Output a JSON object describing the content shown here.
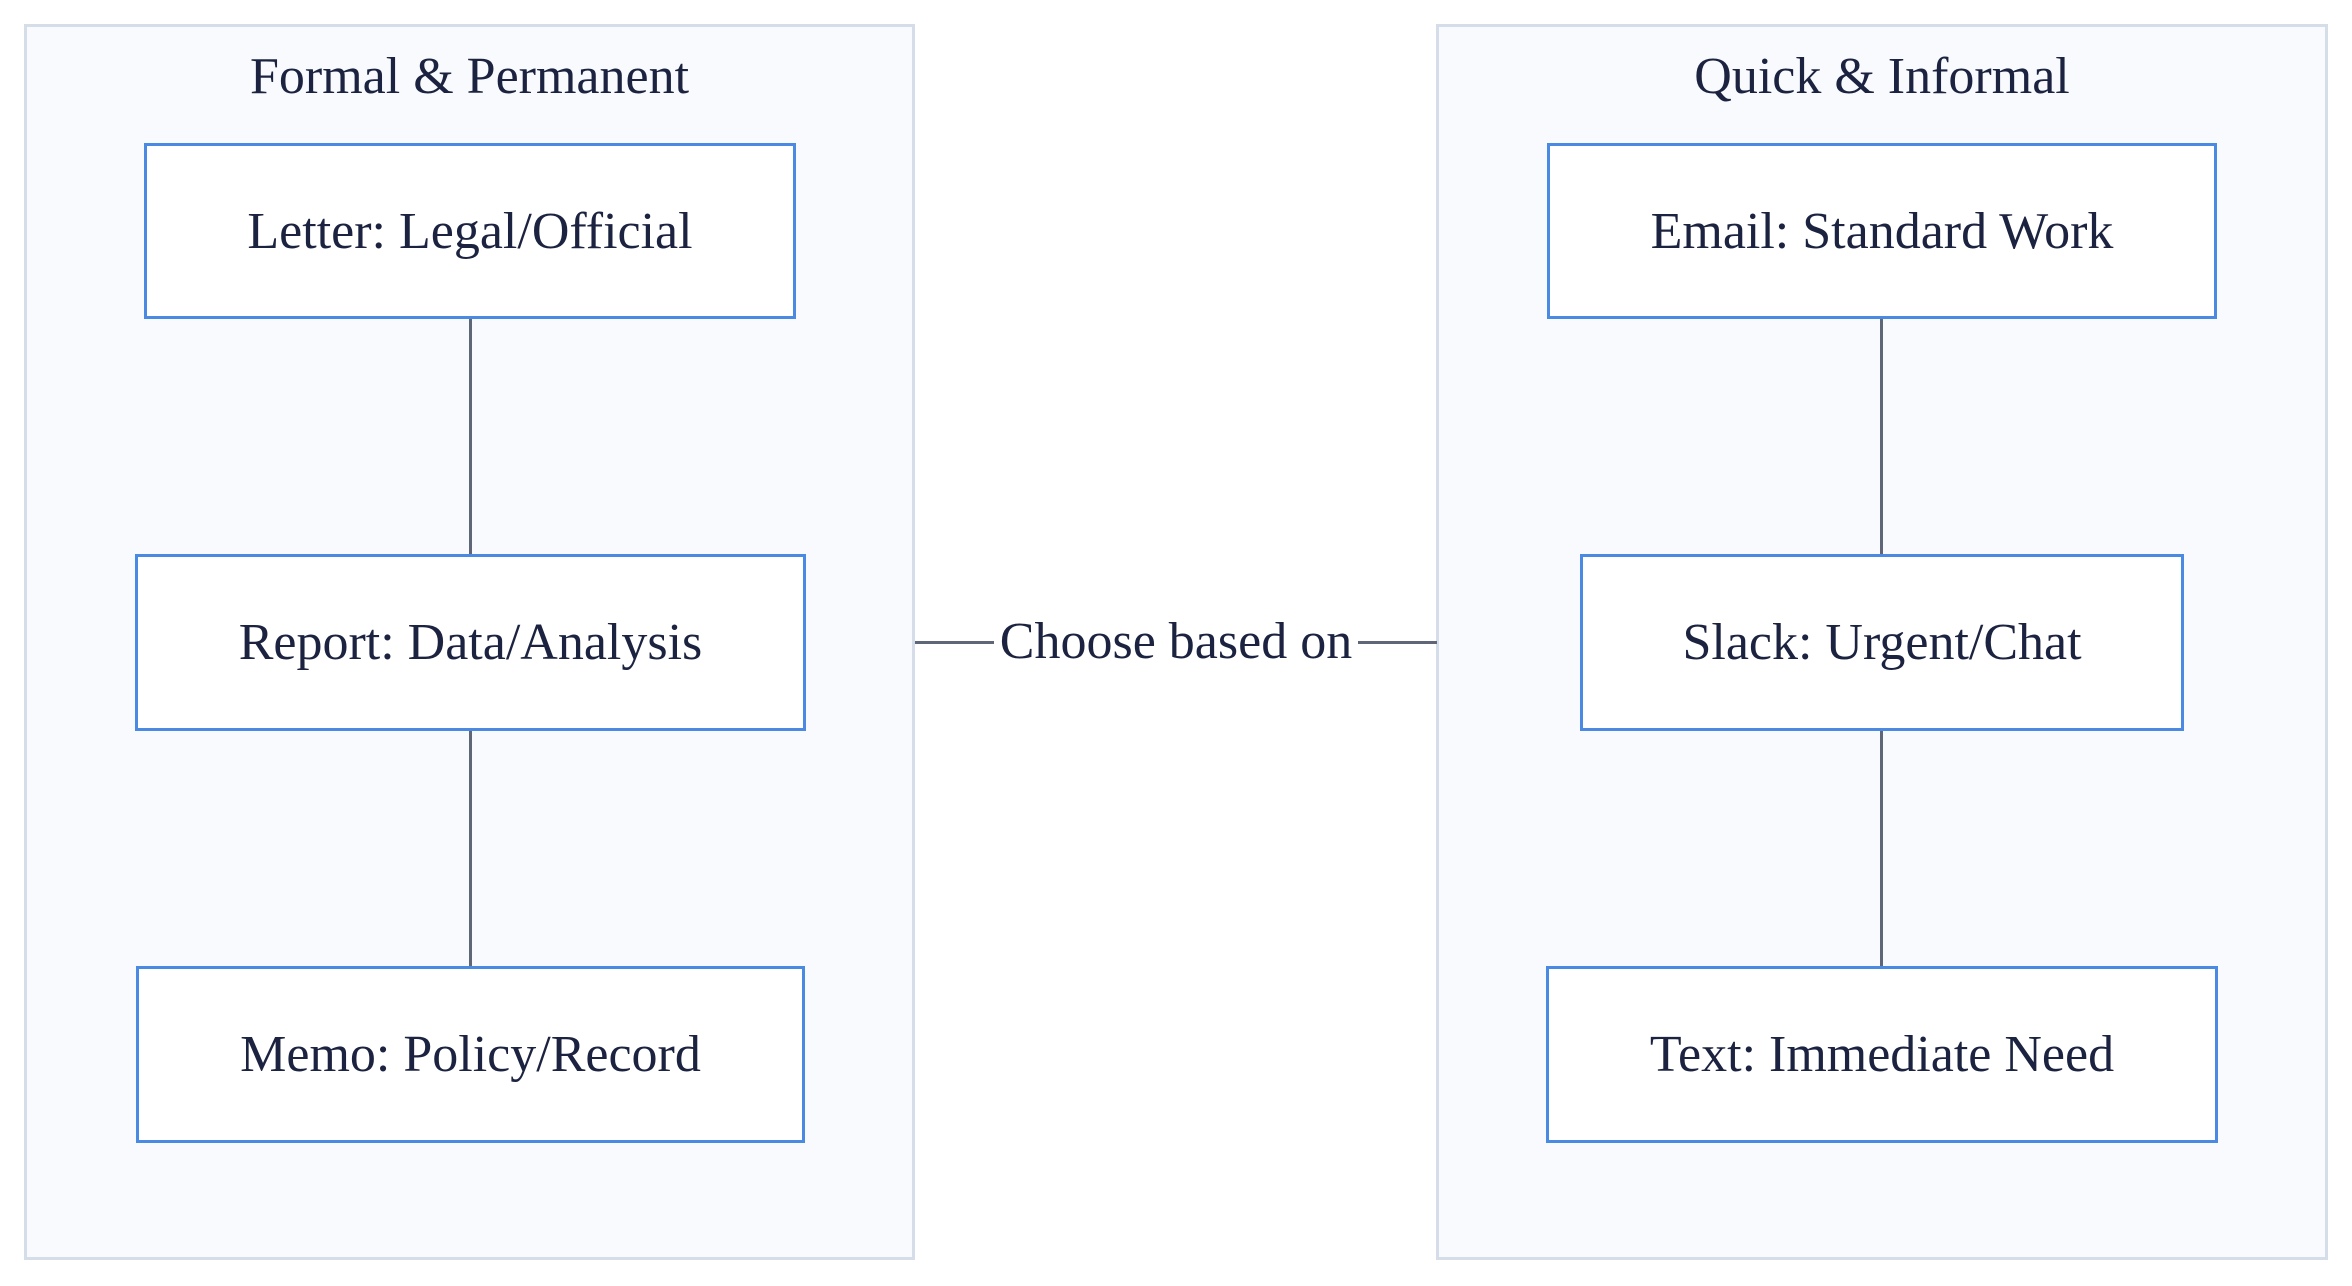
{
  "clusters": {
    "formal": {
      "title": "Formal & Permanent",
      "nodes": [
        "Letter: Legal/Official",
        "Report: Data/Analysis",
        "Memo: Policy/Record"
      ]
    },
    "informal": {
      "title": "Quick & Informal",
      "nodes": [
        "Email: Standard Work",
        "Slack: Urgent/Chat",
        "Text: Immediate Need"
      ]
    }
  },
  "edge": {
    "label": "Choose based on"
  },
  "colors": {
    "node_border": "#4a8ae2",
    "cluster_fill": "#f8fafd",
    "cluster_border": "#d5dde9",
    "connector": "#5f6677",
    "text": "#1c2340"
  }
}
